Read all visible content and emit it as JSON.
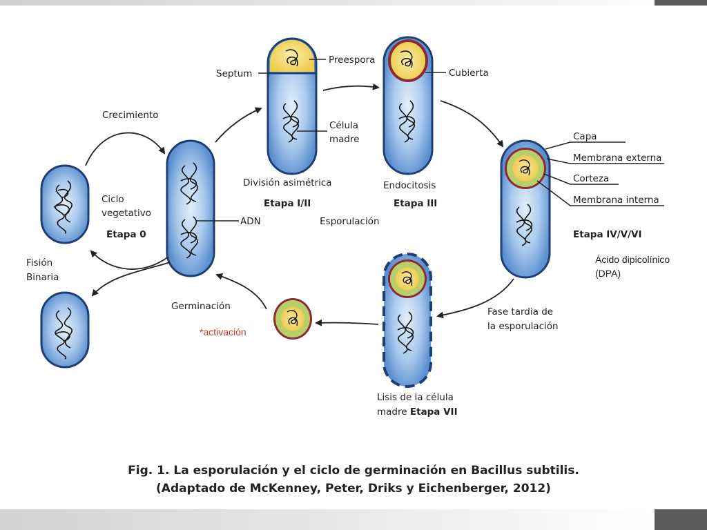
{
  "labels": {
    "septum": "Septum",
    "preespora": "Preespora",
    "cubierta": "Cubierta",
    "crecimiento": "Crecimiento",
    "celula_line1": "Célula",
    "celula_line2": "madre",
    "capa": "Capa",
    "membrana_externa": "Membrana externa",
    "corteza": "Corteza",
    "membrana_interna": "Membrana interna",
    "division_asimetrica": "División asimétrica",
    "endocitosis": "Endocitosis",
    "etapa_i_ii": "Etapa I/II",
    "etapa_iii": "Etapa III",
    "ciclo_line1": "Ciclo",
    "ciclo_line2": "vegetativo",
    "etapa_0": "Etapa 0",
    "adn": "ADN",
    "esporulacion": "Esporulación",
    "etapa_iv_v_vi": "Etapa IV/V/VI",
    "acido_line1": "Ácido dipicolínico",
    "acido_line2": "(DPA)",
    "fision_line1": "Fisión",
    "fision_line2": "Binaria",
    "germinacion": "Germinación",
    "activacion": "*activación",
    "fase_line1": "Fase tardia de",
    "fase_line2": "la esporulación",
    "lisis_line1": "Lisis de la célula",
    "lisis_line2_plain": "madre ",
    "lisis_line2_bold": "Etapa VII"
  },
  "caption": {
    "line1": "Fig. 1. La esporulación y el ciclo de germinación en Bacillus subtilis.",
    "line2": "(Adaptado de McKenney, Peter, Driks y Eichenberger, 2012)"
  },
  "colors": {
    "cell_fill_light": "#cfe3f6",
    "cell_fill_dark": "#5b8fcf",
    "cell_outline": "#1f3f73",
    "prespore_yellow": "#f4dc6a",
    "coat_red": "#8b2b36",
    "cortex_green": "#b6cf6a",
    "activacion_red": "#c0392b"
  }
}
